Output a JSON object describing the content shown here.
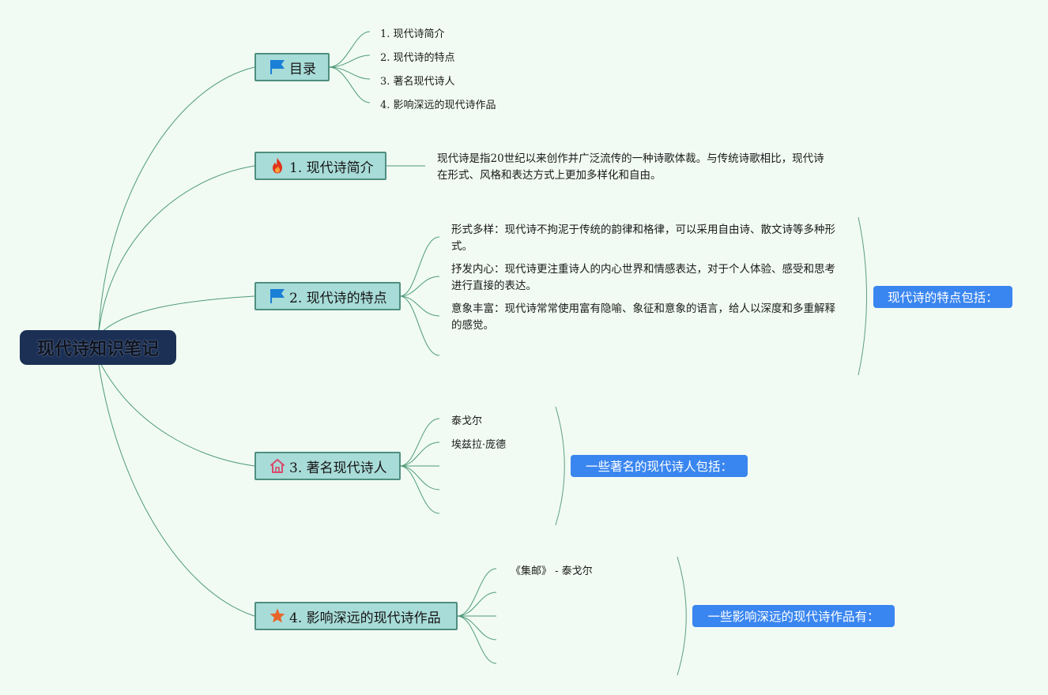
{
  "root": {
    "label": "现代诗知识笔记"
  },
  "branches": {
    "toc": {
      "label": "目录",
      "icon": "flag-icon",
      "items": [
        "1. 现代诗简介",
        "2. 现代诗的特点",
        "3. 著名现代诗人",
        "4. 影响深远的现代诗作品"
      ]
    },
    "intro": {
      "label": "1. 现代诗简介",
      "icon": "fire-icon",
      "text": "现代诗是指20世纪以来创作并广泛流传的一种诗歌体裁。与传统诗歌相比，现代诗在形式、风格和表达方式上更加多样化和自由。"
    },
    "features": {
      "label": "2. 现代诗的特点",
      "icon": "flag-icon",
      "items": [
        "形式多样：现代诗不拘泥于传统的韵律和格律，可以采用自由诗、散文诗等多种形式。",
        "抒发内心：现代诗更注重诗人的内心世界和情感表达，对于个人体验、感受和思考进行直接的表达。",
        "意象丰富：现代诗常常使用富有隐喻、象征和意象的语言，给人以深度和多重解释的感觉。"
      ],
      "summary": "现代诗的特点包括："
    },
    "poets": {
      "label": "3. 著名现代诗人",
      "icon": "house-icon",
      "items": [
        "泰戈尔",
        "埃兹拉·庞德"
      ],
      "summary": "一些著名的现代诗人包括："
    },
    "works": {
      "label": "4. 影响深远的现代诗作品",
      "icon": "star-icon",
      "items": [
        "《集邮》 - 泰戈尔"
      ],
      "summary": "一些影响深远的现代诗作品有："
    }
  },
  "colors": {
    "background": "#f1fbf3",
    "root_fill": "#1b3054",
    "branch_fill": "#a8dcd8",
    "branch_border": "#4e8f80",
    "connector": "#4f9a78",
    "summary_fill": "#3a86f0",
    "flag": "#1a7fd6",
    "fire": "#e0341c",
    "house": "#d84a6a",
    "star": "#e8652a"
  }
}
